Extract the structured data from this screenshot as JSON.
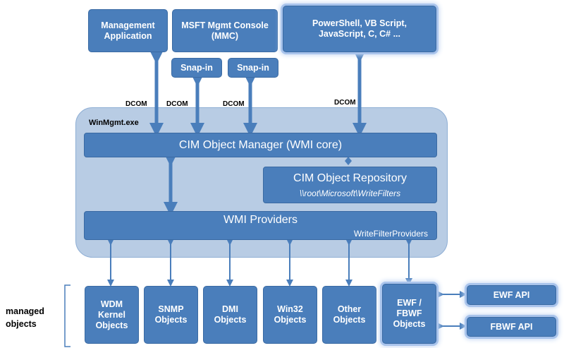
{
  "top": {
    "mgmt_app": "Management\nApplication",
    "mmc": "MSFT Mgmt Console\n(MMC)",
    "scripts": "PowerShell, VB Script,\nJavaScript, C, C# ...",
    "snapin_1": "Snap-in",
    "snapin_2": "Snap-in"
  },
  "connections": {
    "dcom_1": "DCOM",
    "dcom_2": "DCOM",
    "dcom_3": "DCOM",
    "dcom_4": "DCOM"
  },
  "core": {
    "process_label": "WinMgmt.exe",
    "cim_manager": "CIM Object Manager (WMI core)",
    "repository_title": "CIM Object Repository",
    "repository_path": "\\\\root\\Microsoft\\WriteFilters",
    "providers_title": "WMI Providers",
    "providers_sub": "WriteFilterProviders"
  },
  "managed": {
    "label": "managed\nobjects",
    "objects": [
      "WDM\nKernel\nObjects",
      "SNMP\nObjects",
      "DMI\nObjects",
      "Win32\nObjects",
      "Other\nObjects",
      "EWF /\nFBWF\nObjects"
    ],
    "apis": [
      "EWF API",
      "FBWF API"
    ]
  },
  "colors": {
    "box_fill": "#4a7ebb",
    "panel_fill": "#b8cce4",
    "glow": "#a9c4ec"
  }
}
